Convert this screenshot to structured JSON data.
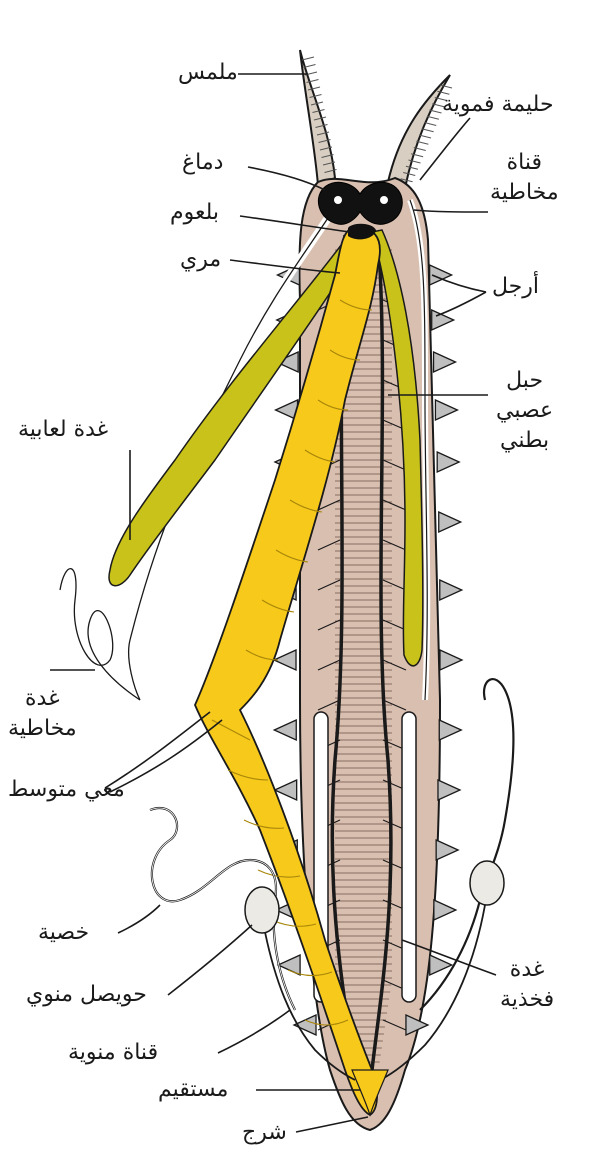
{
  "labels": {
    "tentacle": "ملمس",
    "oral_papilla": "حليمة فموية",
    "slime_duct_1": "قناة",
    "slime_duct_2": "مخاطية",
    "brain": "دماغ",
    "pharynx": "بلعوم",
    "esophagus": "مري",
    "legs": "أرجل",
    "salivary_gland": "غدة لعابية",
    "nerve_cord_1": "حبل",
    "nerve_cord_2": "عصبي",
    "nerve_cord_3": "بطني",
    "slime_gland_1": "غدة",
    "slime_gland_2": "مخاطية",
    "midgut": "معي متوسط",
    "testis": "خصية",
    "seminal_vesicle": "حويصل منوي",
    "sperm_duct": "قناة منوية",
    "rectum": "مستقيم",
    "anus": "شرج",
    "crural_gland_1": "غدة",
    "crural_gland_2": "فخذية"
  },
  "colors": {
    "body": "#d9bfb0",
    "gut": "#f7c91b",
    "gland": "#c8c21a",
    "outline": "#1a1a1a"
  }
}
